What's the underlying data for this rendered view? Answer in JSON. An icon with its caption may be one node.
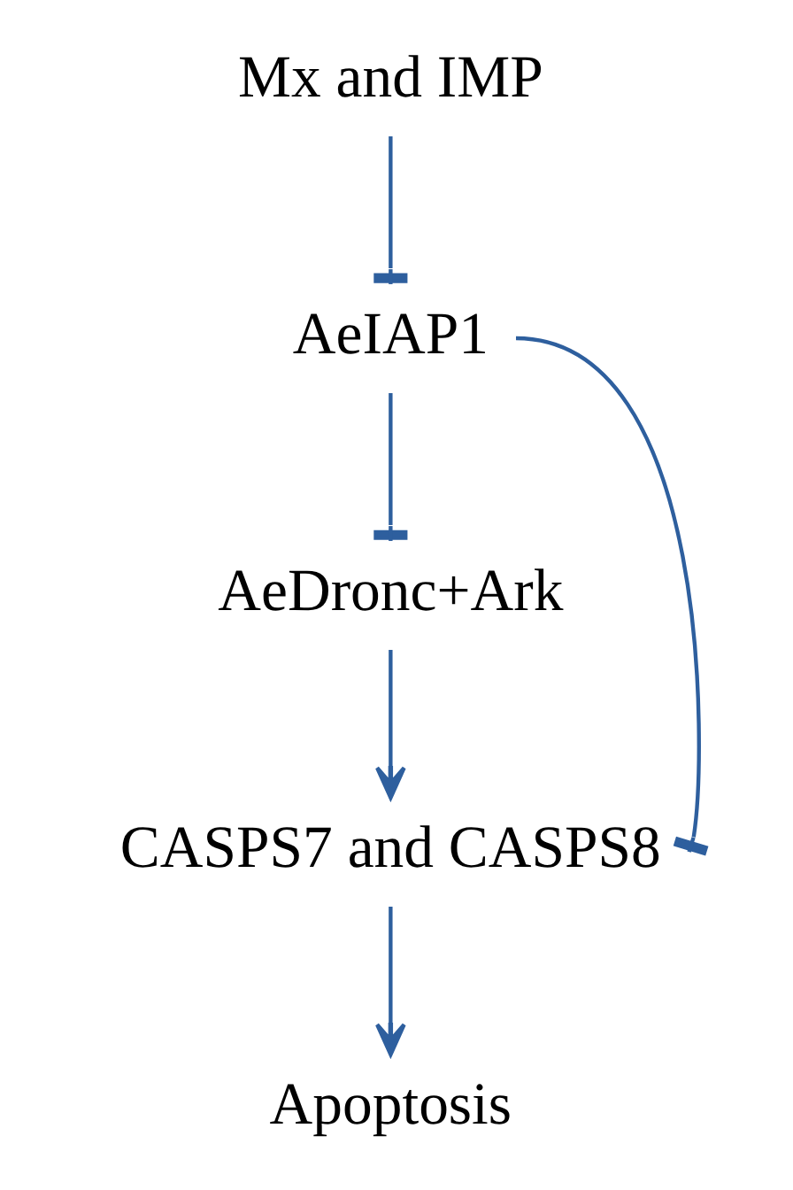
{
  "diagram": {
    "nodes": [
      {
        "text": [
          "Mx and IMP"
        ]
      },
      {
        "text": [
          "AeIAP1"
        ]
      },
      {
        "text": [
          "AeDronc+Ark"
        ]
      },
      {
        "text": [
          "CASPS7 and CASPS8"
        ]
      },
      {
        "text": [
          "Apoptosis"
        ]
      }
    ],
    "edges": [
      {
        "from": 0,
        "to": 1,
        "arrow": "other"
      },
      {
        "from": 1,
        "to": 2,
        "arrow": "other"
      },
      {
        "from": 2,
        "to": 3,
        "arrow": "to"
      },
      {
        "from": 3,
        "to": 4,
        "arrow": "to"
      },
      {
        "from": 1,
        "to": 3,
        "arrow": "other"
      }
    ]
  }
}
